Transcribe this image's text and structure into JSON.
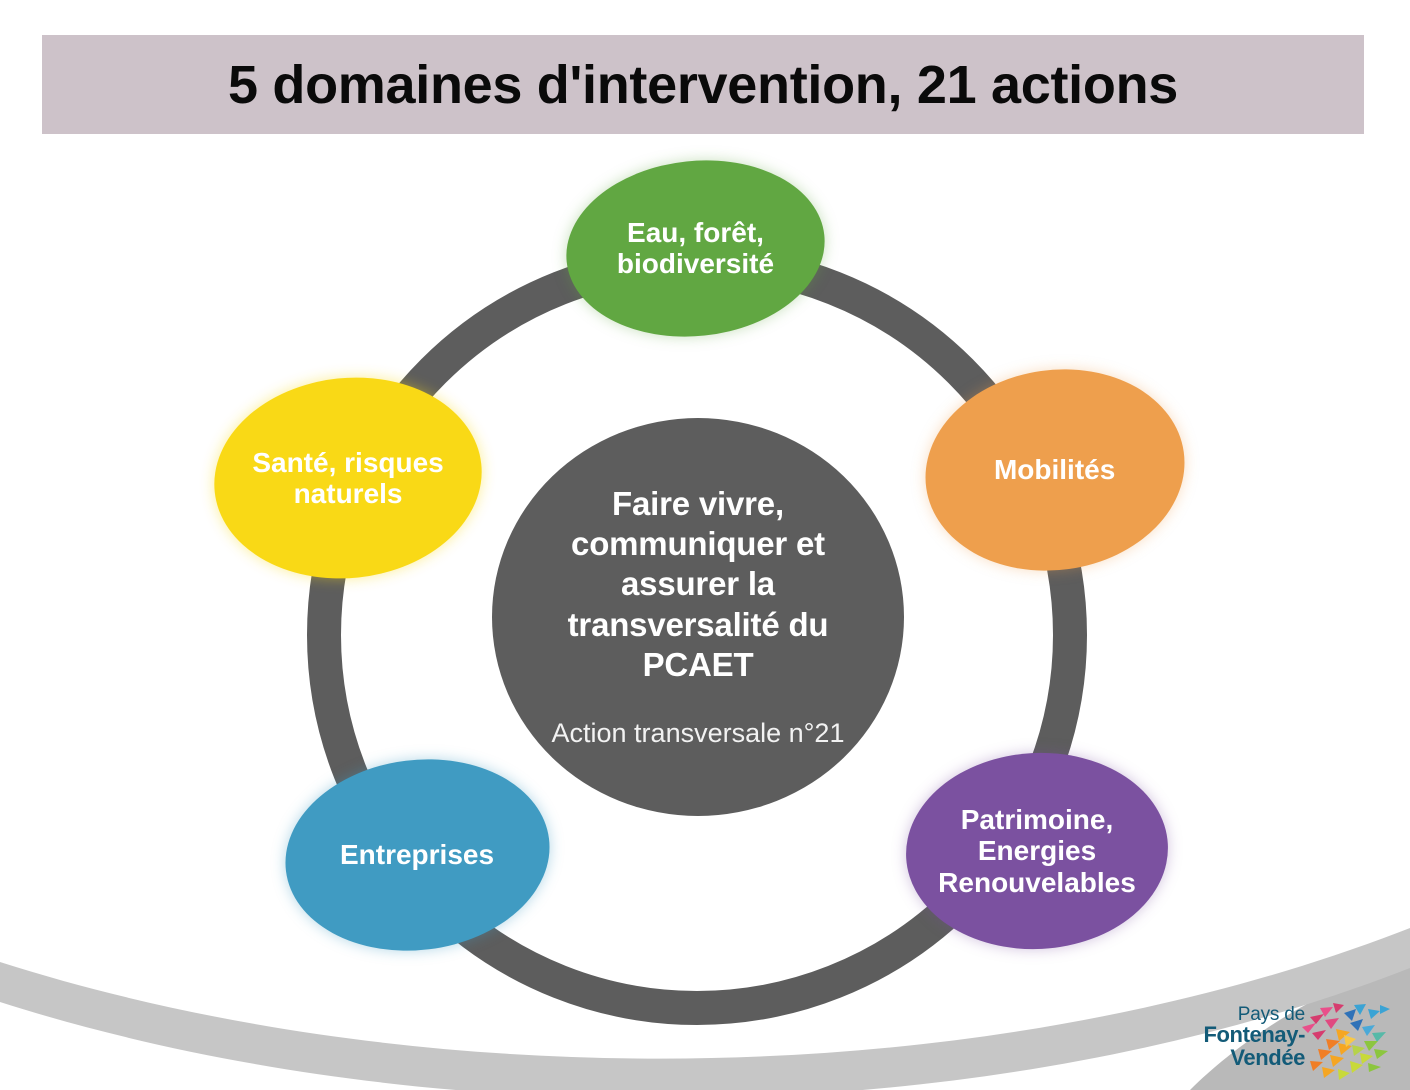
{
  "slide": {
    "title": "5 domaines d'intervention, 21 actions",
    "title_band_color": "#cdc2c9",
    "background_color": "#ffffff"
  },
  "diagram": {
    "type": "cycle-hub-and-spoke",
    "ring_color": "#5d5d5d",
    "hub": {
      "title": "Faire vivre, communiquer et assurer la transversalité du PCAET",
      "subtitle": "Action transversale n°21",
      "color": "#5d5d5d",
      "text_color": "#ffffff"
    },
    "nodes": [
      {
        "id": "eau",
        "label": "Eau, forêt, biodiversité",
        "color": "#61a742",
        "position": "top"
      },
      {
        "id": "mobilites",
        "label": "Mobilités",
        "color": "#ee9f4d",
        "position": "right"
      },
      {
        "id": "patrimoine",
        "label": "Patrimoine, Energies Renouvelables",
        "color": "#7b51a0",
        "position": "bottom-right"
      },
      {
        "id": "entreprises",
        "label": "Entreprises",
        "color": "#409bc2",
        "position": "bottom-left"
      },
      {
        "id": "sante",
        "label": "Santé, risques naturels",
        "color": "#f9d916",
        "position": "left"
      }
    ]
  },
  "decoration": {
    "arc_band_color": "#c6c6c6",
    "corner_wedge_color": "#b9b9b9"
  },
  "logo": {
    "line1": "Pays de",
    "line2": "Fontenay-",
    "line3": "Vendée",
    "text_color": "#135b78",
    "mark_colors": [
      "#e94f8a",
      "#d63c6e",
      "#2f72b8",
      "#3ba3d4",
      "#57b9a8",
      "#8cc63f",
      "#c8d93a",
      "#f5a623",
      "#f07e26"
    ]
  }
}
